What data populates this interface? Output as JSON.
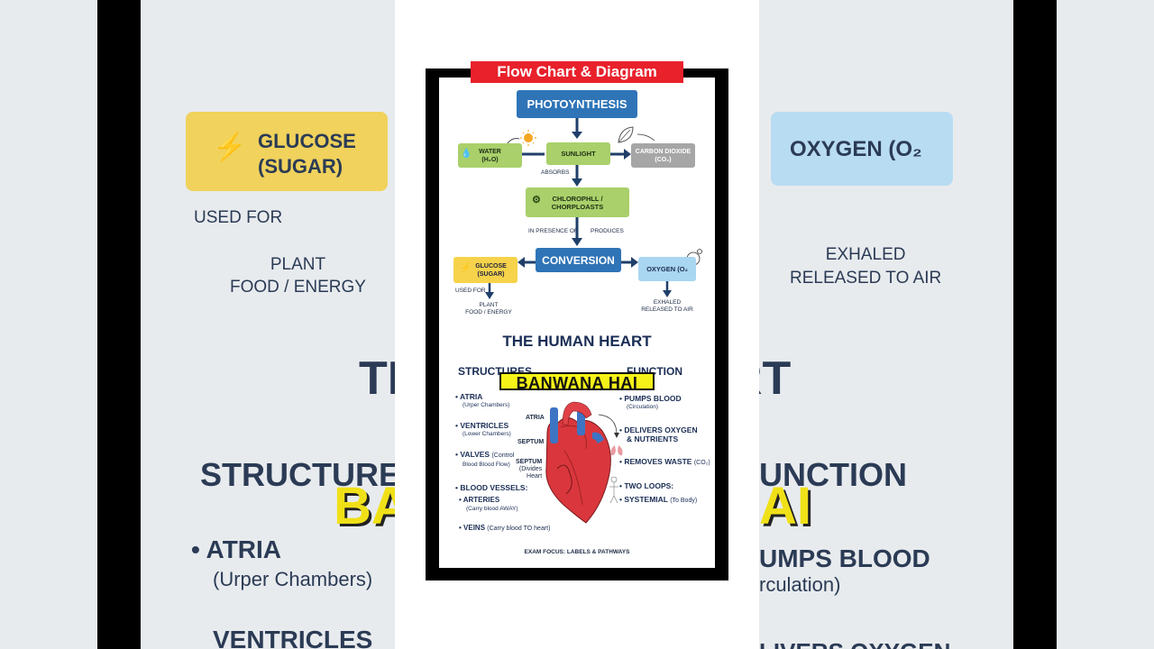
{
  "banner": {
    "title": "Flow Chart & Diagram"
  },
  "photosynthesis": {
    "title": "PHOTOYNTHESIS",
    "water": "WATER",
    "water_formula": "(H₂O)",
    "sunlight": "SUNLIGHT",
    "co2": "CARBON DIOXIDE",
    "co2_formula": "(CO₂)",
    "absorbs": "ABSORBS",
    "chlorophyll_line1": "CHLOROPHLL /",
    "chlorophyll_line2": "CHORPLOASTS",
    "in_presence": "IN PRESENCE OF",
    "produces": "PRODUCES",
    "conversion": "CONVERSION",
    "glucose_line1": "GLUCOSE",
    "glucose_line2": "(SUGAR)",
    "oxygen": "OXYGEN (O₂",
    "used_for": "USED FOR",
    "plant_line1": "PLANT",
    "plant_line2": "FOOD / ENERGY",
    "exhaled_line1": "EXHALED",
    "exhaled_line2": "RELEASED TO AIR"
  },
  "heart": {
    "title": "THE HUMAN HEART",
    "structures_head": "STRUCTURES",
    "function_head": "FUNCTION",
    "structures": [
      {
        "label": "ATRIA",
        "sub": "(Urper Chambers)"
      },
      {
        "label": "VENTRICLES",
        "sub": "(Lower Chambers)"
      },
      {
        "label": "VALVES",
        "label_extra": "(Control",
        "sub": "Blood Blood Flow)"
      },
      {
        "label": "BLOOD VESSELS:"
      },
      {
        "label": "ARTERIES",
        "sub": "(Carry blood AWAY)"
      },
      {
        "label": "VEINS",
        "label_extra": "(Carry blood TO heart)"
      }
    ],
    "functions": [
      {
        "label": "PUMPS BLOOD",
        "sub": "(Circulation)"
      },
      {
        "label": "DELIVERS OXYGEN",
        "line2": "& NUTRIENTS"
      },
      {
        "label": "REMOVES WASTE",
        "label_extra": "(CO₂)"
      },
      {
        "label": "TWO LOOPS:"
      },
      {
        "label": "SYSTEMIAL",
        "label_extra": "(To Body)"
      }
    ],
    "diagram_labels": {
      "atria": "ATRIA",
      "septum": "SEPTUM",
      "septum2": "SEPTUM",
      "divides1": "(Divides",
      "divides2": "Heart"
    },
    "footer": "EXAM FOCUS: LABELS & PATHWAYS"
  },
  "caption": "BANWANA HAI",
  "background": {
    "glucose_line1": "GLUCOSE",
    "glucose_line2": "(SUGAR)",
    "used_for": "USED FOR",
    "plant_line1": "PLANT",
    "plant_line2": "FOOD / ENERGY",
    "oxygen": "OXYGEN (O₂",
    "exhaled_line1": "EXHALED",
    "exhaled_line2": "RELEASED TO AIR",
    "heart_partial_left": "TI",
    "heart_partial_right": "RT",
    "structures_partial": "STRUCTURES",
    "function_partial": "UNCTION",
    "caption_left": "BA",
    "caption_right": "AI",
    "atria": "ATRIA",
    "atria_sub": "(Urper Chambers)",
    "ventricles": "VENTRICLES",
    "pumps": "UMPS BLOOD",
    "circulation": "rculation)",
    "delivers": "LIVERS OXYGEN"
  },
  "colors": {
    "accent_red": "#e8212b",
    "blue_box": "#2f74b7",
    "green_box": "#a9d06a",
    "yellow_box": "#f6d34a",
    "caption_yellow": "#f5f219"
  }
}
